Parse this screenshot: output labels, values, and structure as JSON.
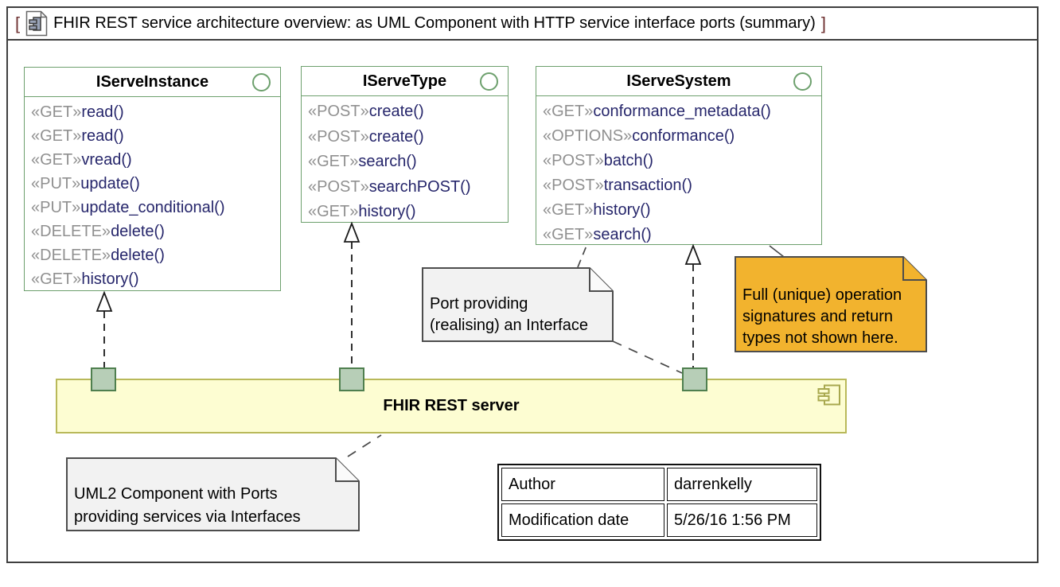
{
  "frame": {
    "bracket_open": "[",
    "bracket_close": "]",
    "title": "FHIR REST service architecture overview: as UML Component with HTTP service interface ports (summary)"
  },
  "interfaces": [
    {
      "name": "IServeInstance",
      "operations": [
        {
          "stereotype": "«GET»",
          "name": "read()"
        },
        {
          "stereotype": "«GET»",
          "name": "read()"
        },
        {
          "stereotype": "«GET»",
          "name": "vread()"
        },
        {
          "stereotype": "«PUT»",
          "name": "update()"
        },
        {
          "stereotype": "«PUT»",
          "name": "update_conditional()"
        },
        {
          "stereotype": "«DELETE»",
          "name": "delete()"
        },
        {
          "stereotype": "«DELETE»",
          "name": "delete()"
        },
        {
          "stereotype": "«GET»",
          "name": "history()"
        }
      ]
    },
    {
      "name": "IServeType",
      "operations": [
        {
          "stereotype": "«POST»",
          "name": "create()"
        },
        {
          "stereotype": "«POST»",
          "name": "create()"
        },
        {
          "stereotype": "«GET»",
          "name": "search()"
        },
        {
          "stereotype": "«POST»",
          "name": "searchPOST()"
        },
        {
          "stereotype": "«GET»",
          "name": "history()"
        }
      ]
    },
    {
      "name": "IServeSystem",
      "operations": [
        {
          "stereotype": "«GET»",
          "name": "conformance_metadata()"
        },
        {
          "stereotype": "«OPTIONS»",
          "name": "conformance()"
        },
        {
          "stereotype": "«POST»",
          "name": "batch()"
        },
        {
          "stereotype": "«POST»",
          "name": "transaction()"
        },
        {
          "stereotype": "«GET»",
          "name": "history()"
        },
        {
          "stereotype": "«GET»",
          "name": "search()"
        }
      ]
    }
  ],
  "component": {
    "name": "FHIR REST server"
  },
  "notes": {
    "port_note": {
      "line1": "Port providing",
      "line2": "(realising) an Interface"
    },
    "signature_note": {
      "line1": "Full (unique) operation",
      "line2": "signatures and return",
      "line3": "types not shown here."
    },
    "component_note": {
      "line1": "UML2 Component with Ports",
      "line2": "providing services via Interfaces"
    }
  },
  "info_table": {
    "rows": [
      {
        "label": "Author",
        "value": "darrenkelly"
      },
      {
        "label": "Modification date",
        "value": "5/26/16 1:56 PM"
      }
    ]
  },
  "colors": {
    "interface_border": "#6da06d",
    "stereotype_text": "#909090",
    "operation_text": "#26266b",
    "component_fill": "#fdfdd2",
    "component_border": "#b9b95a",
    "port_fill": "#b7ceb7",
    "port_border": "#4f7f4f",
    "note_fill": "#f2f2f2",
    "orange_note_fill": "#f2b32e",
    "note_border": "#4d4d4d",
    "frame_border": "#3f3f3f"
  }
}
